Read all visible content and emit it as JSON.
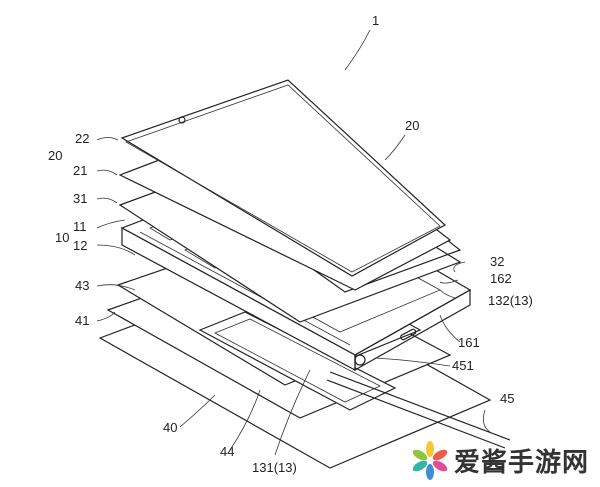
{
  "figure": {
    "labels": [
      "1",
      "20",
      "22",
      "21",
      "20",
      "31",
      "11",
      "10",
      "12",
      "43",
      "41",
      "40",
      "44",
      "131(13)",
      "45",
      "451",
      "161",
      "132(13)",
      "162",
      "32"
    ]
  },
  "watermark": {
    "text": "爱酱手游网",
    "petal_colors": [
      "#f7c62f",
      "#ef5a4c",
      "#e24d9b",
      "#3b8fd8",
      "#31b6a4",
      "#8cc63f"
    ]
  }
}
